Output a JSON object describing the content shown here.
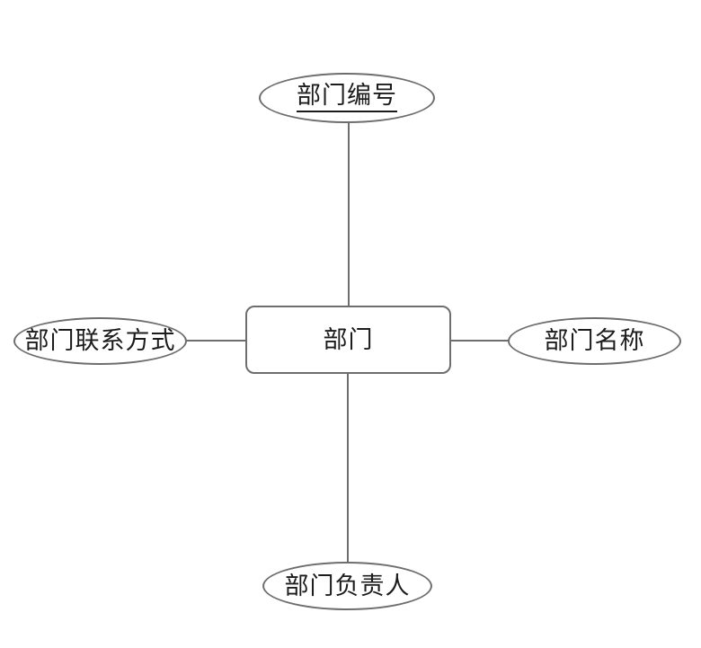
{
  "diagram": {
    "type": "er-diagram",
    "entity": {
      "label": "部门",
      "shape": "rounded-rectangle"
    },
    "attributes": [
      {
        "label": "部门编号",
        "position": "top",
        "shape": "ellipse",
        "primary_key": true
      },
      {
        "label": "部门联系方式",
        "position": "left",
        "shape": "ellipse",
        "primary_key": false
      },
      {
        "label": "部门名称",
        "position": "right",
        "shape": "ellipse",
        "primary_key": false
      },
      {
        "label": "部门负责人",
        "position": "bottom",
        "shape": "ellipse",
        "primary_key": false
      }
    ],
    "connectors": [
      {
        "from": "部门编号",
        "to": "部门"
      },
      {
        "from": "部门联系方式",
        "to": "部门"
      },
      {
        "from": "部门名称",
        "to": "部门"
      },
      {
        "from": "部门负责人",
        "to": "部门"
      }
    ],
    "colors": {
      "stroke": "#6e6e6e",
      "text": "#1c1c1c",
      "background": "#ffffff"
    }
  }
}
